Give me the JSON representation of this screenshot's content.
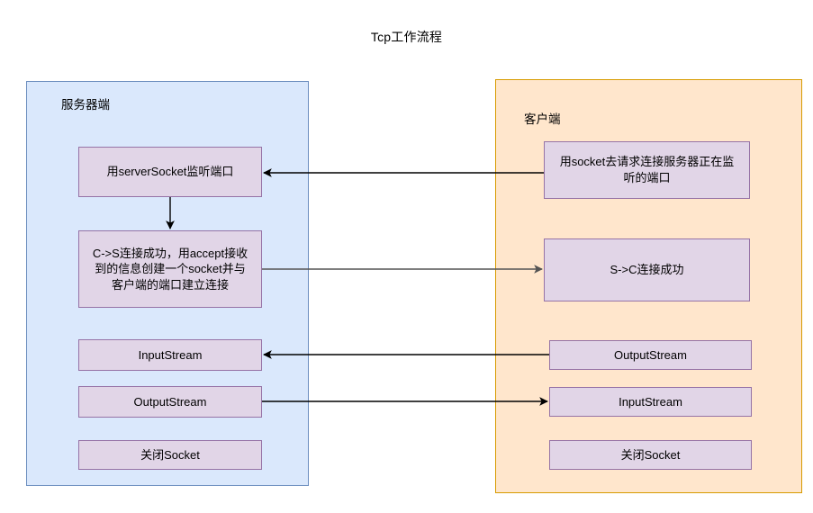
{
  "diagram": {
    "title": "Tcp工作流程",
    "server": {
      "panel_label": "服务器端",
      "panel_fill": "#dae8fc",
      "panel_stroke": "#6c8ebf",
      "nodes": [
        {
          "id": "srv-listen",
          "label": "用serverSocket监听端口"
        },
        {
          "id": "srv-accept",
          "label": "C->S连接成功，用accept接收\n到的信息创建一个socket并与\n客户端的端口建立连接"
        },
        {
          "id": "srv-in",
          "label": "InputStream"
        },
        {
          "id": "srv-out",
          "label": "OutputStream"
        },
        {
          "id": "srv-close",
          "label": "关闭Socket"
        }
      ]
    },
    "client": {
      "panel_label": "客户端",
      "panel_fill": "#ffe6cc",
      "panel_stroke": "#d79b00",
      "nodes": [
        {
          "id": "cli-request",
          "label": "用socket去请求连接服务器正在监\n听的端口"
        },
        {
          "id": "cli-connected",
          "label": "S->C连接成功"
        },
        {
          "id": "cli-out",
          "label": "OutputStream"
        },
        {
          "id": "cli-in",
          "label": "InputStream"
        },
        {
          "id": "cli-close",
          "label": "关闭Socket"
        }
      ]
    },
    "node_fill": "#e1d5e7",
    "node_stroke": "#9673a6",
    "edges": [
      {
        "id": "edge-request-to-listen",
        "from": "cli-request",
        "to": "srv-listen",
        "direction": "right-to-left",
        "color": "#000000"
      },
      {
        "id": "edge-listen-to-accept",
        "from": "srv-listen",
        "to": "srv-accept",
        "direction": "top-to-bottom",
        "color": "#000000"
      },
      {
        "id": "edge-accept-to-connected",
        "from": "srv-accept",
        "to": "cli-connected",
        "direction": "left-to-right",
        "color": "#545454"
      },
      {
        "id": "edge-cliout-to-srvin",
        "from": "cli-out",
        "to": "srv-in",
        "direction": "right-to-left",
        "color": "#000000"
      },
      {
        "id": "edge-srvout-to-cliin",
        "from": "srv-out",
        "to": "cli-in",
        "direction": "left-to-right",
        "color": "#000000"
      }
    ]
  }
}
